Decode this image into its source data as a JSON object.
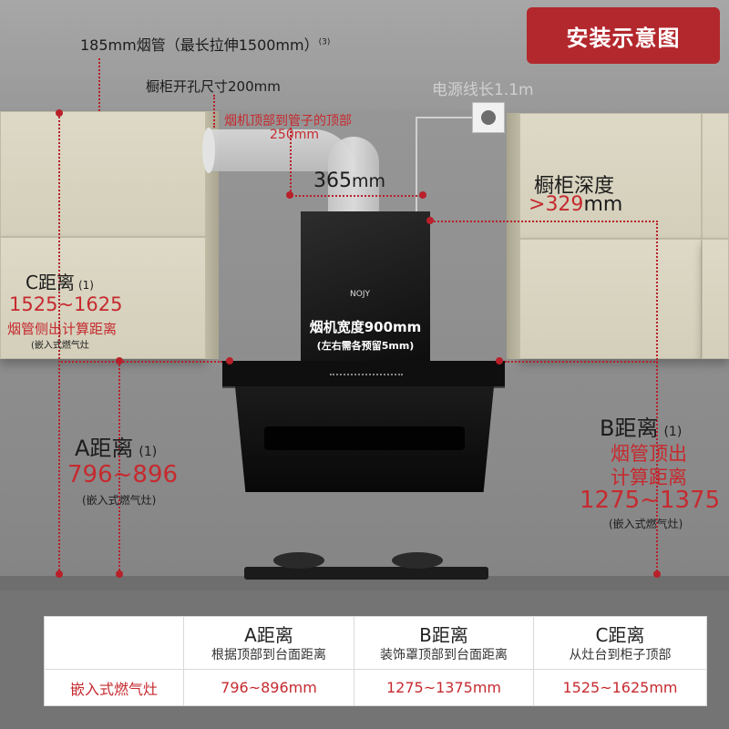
{
  "title": "安装示意图",
  "top_labels": {
    "duct_main": "185mm烟管（最长拉伸1500mm）",
    "duct_sup": "(3)",
    "hole_size": "橱柜开孔尺寸200mm",
    "hood_top_to_duct_line1": "烟机顶部到管子的顶部",
    "hood_top_to_duct_line2": "250mm",
    "power_cord": "电源线长1.1m",
    "width_365": "365",
    "width_365_unit": "mm"
  },
  "cabinet_depth": {
    "label": "橱柜深度",
    "value_prefix": ">",
    "value": "329",
    "unit": "mm"
  },
  "hood": {
    "brand": "NOJY",
    "width_label": "烟机宽度900mm",
    "width_note": "(左右需各预留5mm)"
  },
  "dist_c": {
    "label": "C距离",
    "sup": "(1)",
    "range": "1525~1625",
    "desc": "烟管侧出计算距离",
    "note": "(嵌入式燃气灶"
  },
  "dist_a": {
    "label": "A距离",
    "sup": "(1)",
    "range": "796~896",
    "note": "(嵌入式燃气灶)"
  },
  "dist_b": {
    "label": "B距离",
    "sup": "(1)",
    "desc1": "烟管顶出",
    "desc2": "计算距离",
    "range": "1275~1375",
    "note": "(嵌入式燃气灶)"
  },
  "table": {
    "columns": [
      {
        "title": "A距离",
        "sub": "根据顶部到台面距离"
      },
      {
        "title": "B距离",
        "sub": "装饰罩顶部到台面距离"
      },
      {
        "title": "C距离",
        "sub": "从灶台到柜子顶部"
      }
    ],
    "row_label": "嵌入式燃气灶",
    "row_values": [
      "796~896mm",
      "1275~1375mm",
      "1525~1625mm"
    ]
  },
  "colors": {
    "accent_red": "#b3282d",
    "annotation_red": "#c62a2f",
    "cabinet": "#d6d2bd",
    "wall": "#8f8f8f"
  }
}
